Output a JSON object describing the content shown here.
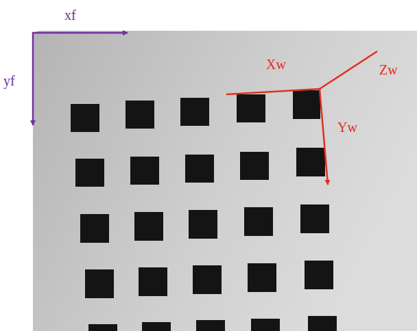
{
  "diagram": {
    "labels": [
      "xf",
      "yf",
      "Xw",
      "Yw",
      "Zw"
    ]
  }
}
